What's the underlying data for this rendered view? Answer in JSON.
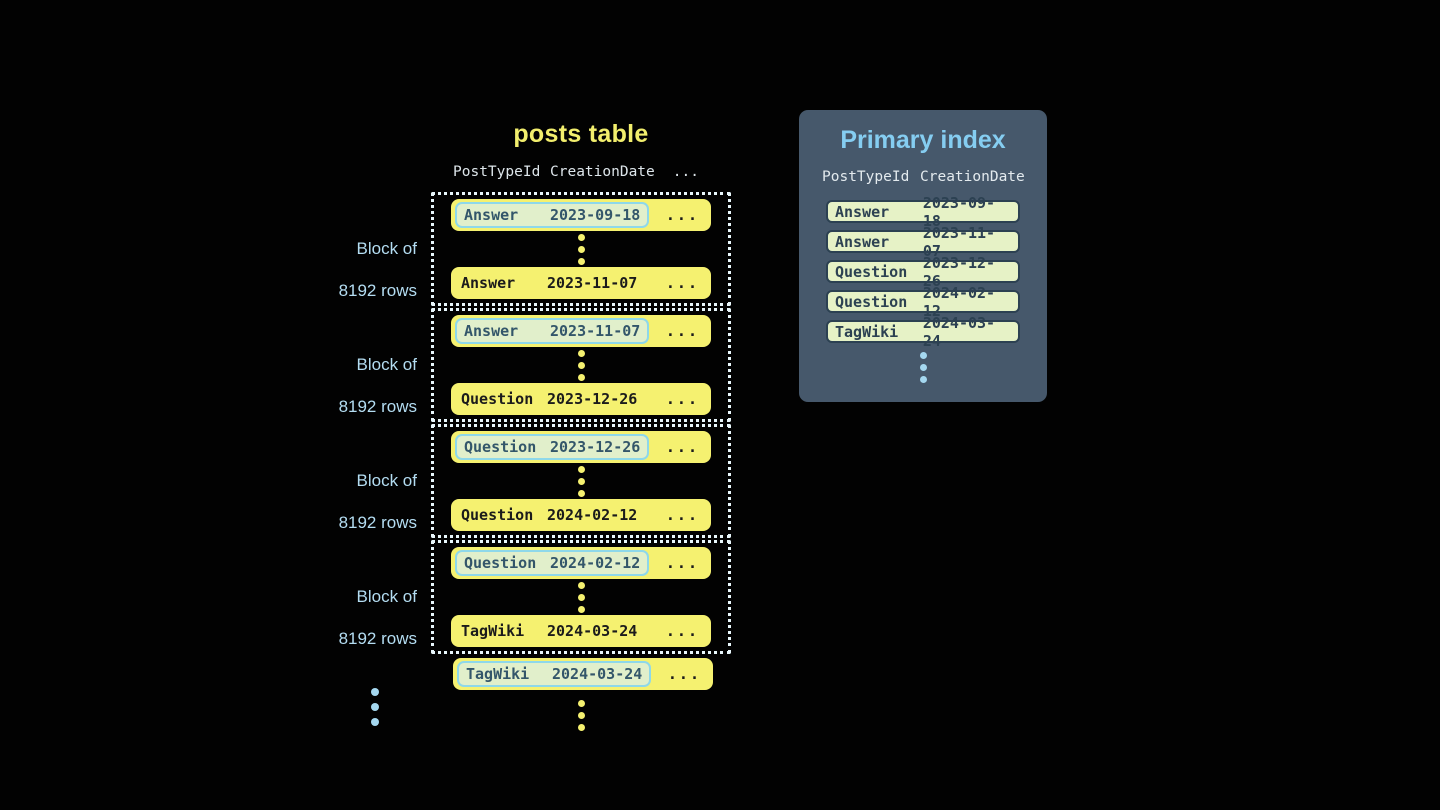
{
  "posts_table": {
    "title": "posts table",
    "columns": [
      "PostTypeId",
      "CreationDate",
      "..."
    ],
    "ellipsis": "...",
    "block_label": {
      "line1": "Block of",
      "line2": "8192 rows"
    },
    "blocks": [
      {
        "first": {
          "type": "Answer",
          "date": "2023-09-18"
        },
        "last": {
          "type": "Answer",
          "date": "2023-11-07"
        }
      },
      {
        "first": {
          "type": "Answer",
          "date": "2023-11-07"
        },
        "last": {
          "type": "Question",
          "date": "2023-12-26"
        }
      },
      {
        "first": {
          "type": "Question",
          "date": "2023-12-26"
        },
        "last": {
          "type": "Question",
          "date": "2024-02-12"
        }
      },
      {
        "first": {
          "type": "Question",
          "date": "2024-02-12"
        },
        "last": {
          "type": "TagWiki",
          "date": "2024-03-24"
        }
      }
    ],
    "trailing_row": {
      "type": "TagWiki",
      "date": "2024-03-24"
    }
  },
  "primary_index": {
    "title": "Primary index",
    "columns": [
      "PostTypeId",
      "CreationDate"
    ],
    "rows": [
      {
        "type": "Answer",
        "date": "2023-09-18"
      },
      {
        "type": "Answer",
        "date": "2023-11-07"
      },
      {
        "type": "Question",
        "date": "2023-12-26"
      },
      {
        "type": "Question",
        "date": "2024-02-12"
      },
      {
        "type": "TagWiki",
        "date": "2024-03-24"
      }
    ]
  },
  "colors": {
    "background": "#020202",
    "row_yellow": "#f5f170",
    "row_text_dark": "#1b1b1b",
    "highlight_green": "#e1efcb",
    "highlight_border_cyan": "#8ed8ea",
    "highlight_text": "#33566a",
    "block_border_dotted": "#e9f7fc",
    "block_label_blue": "#b4ddf2",
    "title_yellow": "#f2ee6d",
    "panel_slate": "#46586b",
    "panel_title_blue": "#85cdf1",
    "index_row_green": "#e6f2c6",
    "index_row_border": "#2c4152",
    "dot_blue": "#a5d8f0"
  }
}
